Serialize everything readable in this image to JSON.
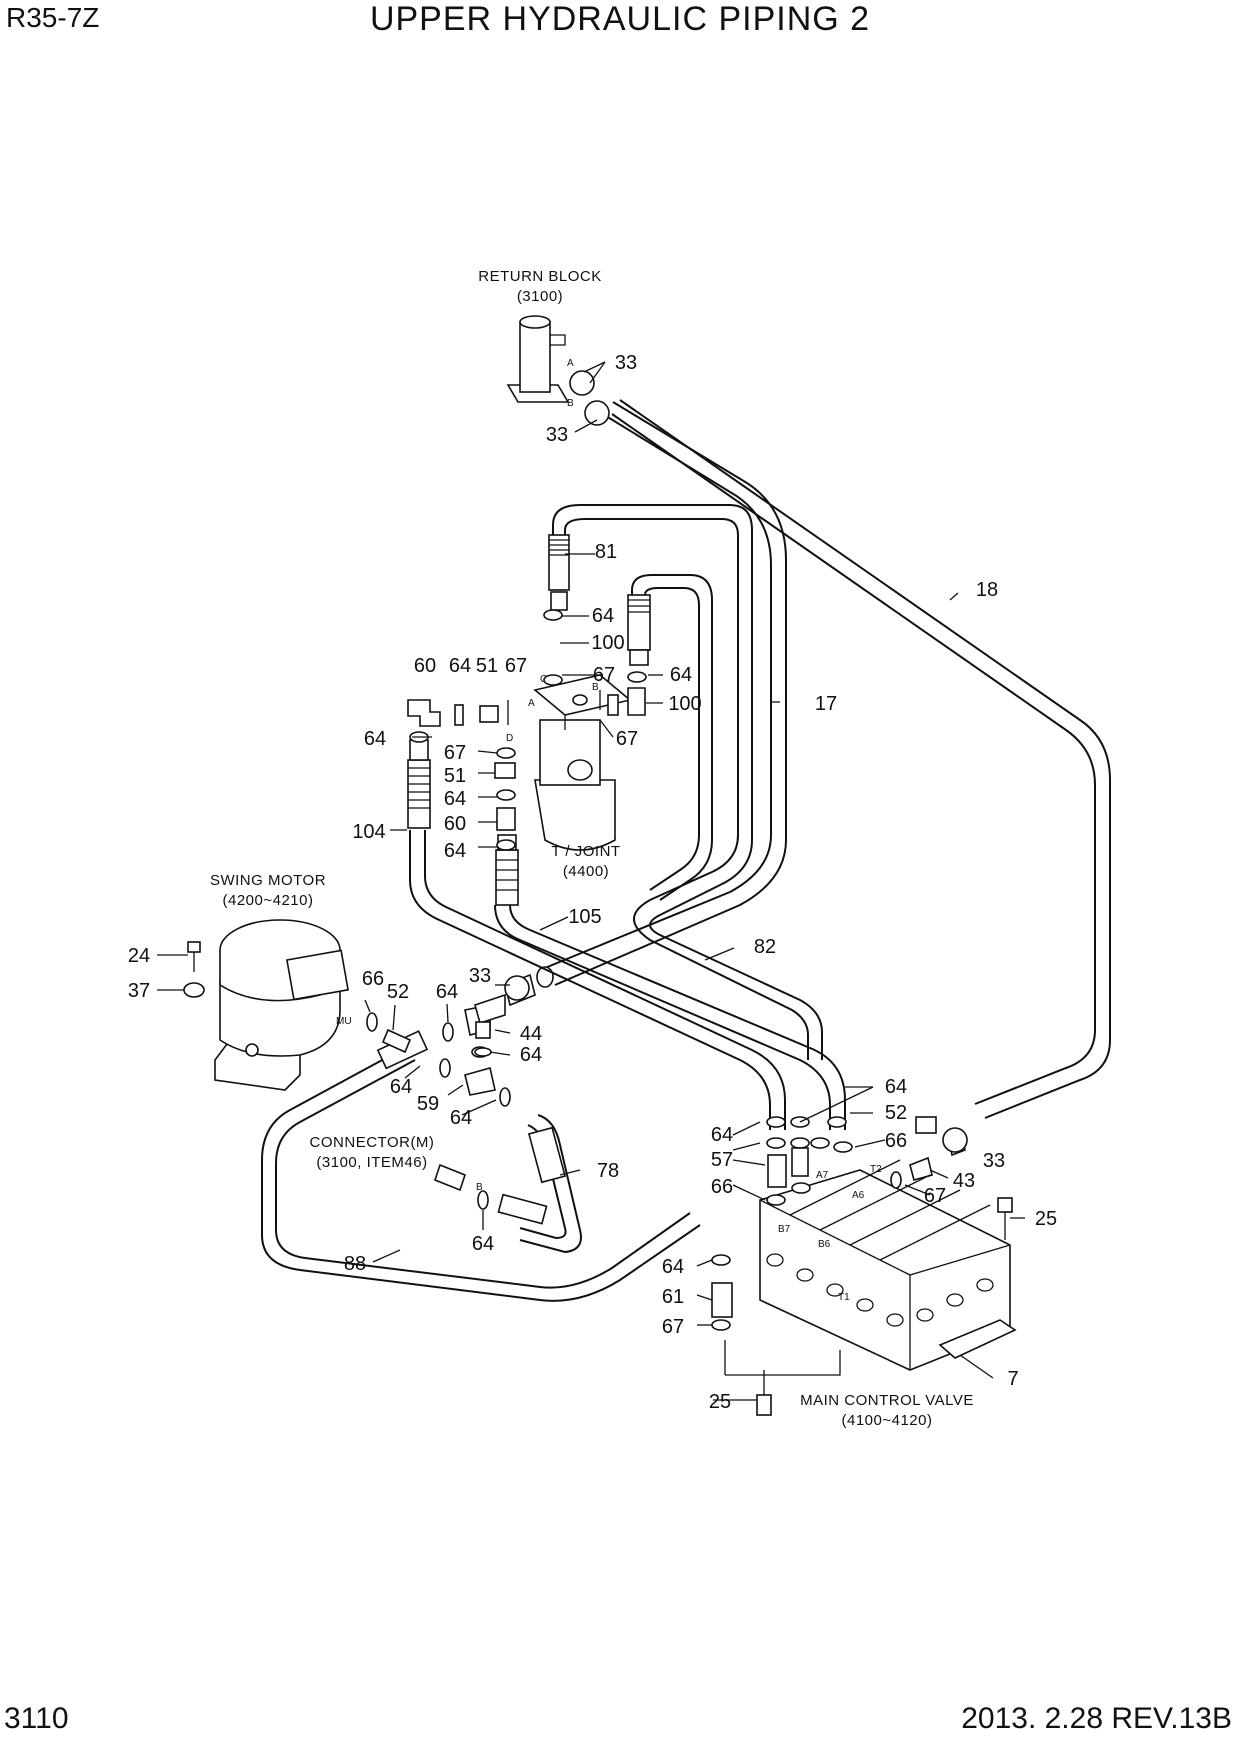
{
  "header": {
    "model": "R35-7Z",
    "title": "UPPER HYDRAULIC PIPING 2"
  },
  "footer": {
    "page": "3110",
    "date_rev": "2013. 2.28  REV.13B"
  },
  "components": {
    "return_block": {
      "name": "RETURN BLOCK",
      "code": "(3100)"
    },
    "t_joint": {
      "name": "T / JOINT",
      "code": "(4400)"
    },
    "swing_motor": {
      "name": "SWING MOTOR",
      "code": "(4200~4210)"
    },
    "connector": {
      "name": "CONNECTOR(M)",
      "code": "(3100, ITEM46)"
    },
    "main_control_valve": {
      "name": "MAIN CONTROL VALVE",
      "code": "(4100~4120)"
    }
  },
  "port_labels": [
    "A",
    "B",
    "C",
    "D",
    "MU",
    "B7",
    "A7",
    "B6",
    "A6",
    "T2",
    "T1",
    "B"
  ],
  "callouts": [
    "33",
    "33",
    "81",
    "64",
    "100",
    "67",
    "64",
    "100",
    "17",
    "18",
    "60",
    "64",
    "51",
    "67",
    "67",
    "64",
    "67",
    "51",
    "64",
    "60",
    "64",
    "104",
    "105",
    "82",
    "24",
    "37",
    "66",
    "52",
    "64",
    "33",
    "44",
    "64",
    "64",
    "59",
    "64",
    "64",
    "52",
    "64",
    "66",
    "57",
    "43",
    "33",
    "78",
    "66",
    "67",
    "25",
    "64",
    "61",
    "67",
    "88",
    "64",
    "25",
    "7"
  ]
}
